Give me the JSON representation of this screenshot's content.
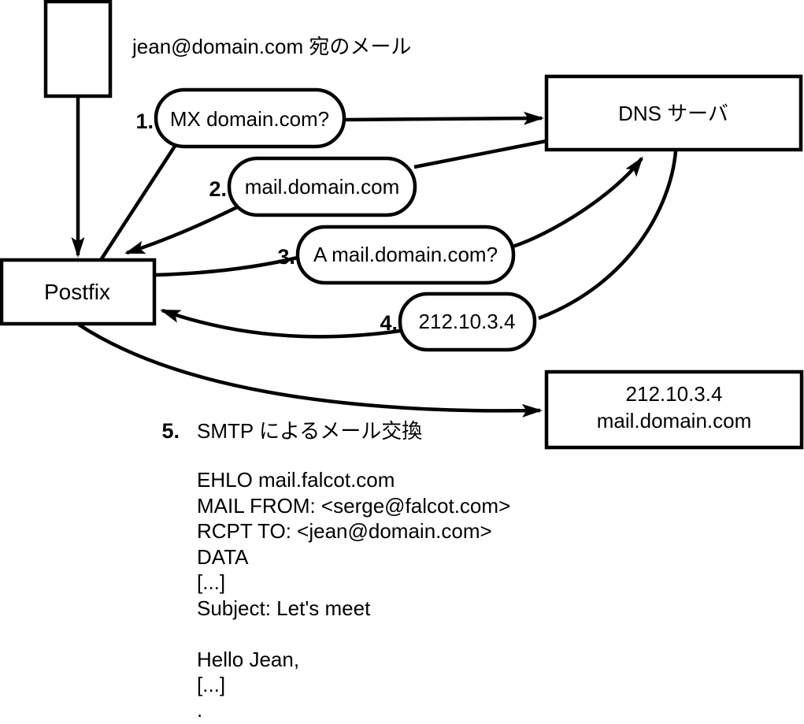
{
  "diagram_title": "jean@domain.com 宛のメール",
  "nodes": {
    "postfix": "Postfix",
    "dns_server": "DNS サーバ",
    "mail_server": {
      "line1": "212.10.3.4",
      "line2": "mail.domain.com"
    }
  },
  "steps": [
    {
      "num": "1.",
      "label": "MX domain.com?"
    },
    {
      "num": "2.",
      "label": "mail.domain.com"
    },
    {
      "num": "3.",
      "label": "A mail.domain.com?"
    },
    {
      "num": "4.",
      "label": "212.10.3.4"
    },
    {
      "num": "5.",
      "label": "SMTP によるメール交換"
    }
  ],
  "smtp_session": {
    "lines": [
      "EHLO mail.falcot.com",
      "MAIL FROM: <serge@falcot.com>",
      "RCPT TO: <jean@domain.com>",
      "DATA",
      "[...]",
      "Subject: Let's meet",
      "",
      "Hello Jean,",
      "[...]",
      "."
    ]
  },
  "colors": {
    "line": "#000000",
    "background": "#ffffff"
  }
}
